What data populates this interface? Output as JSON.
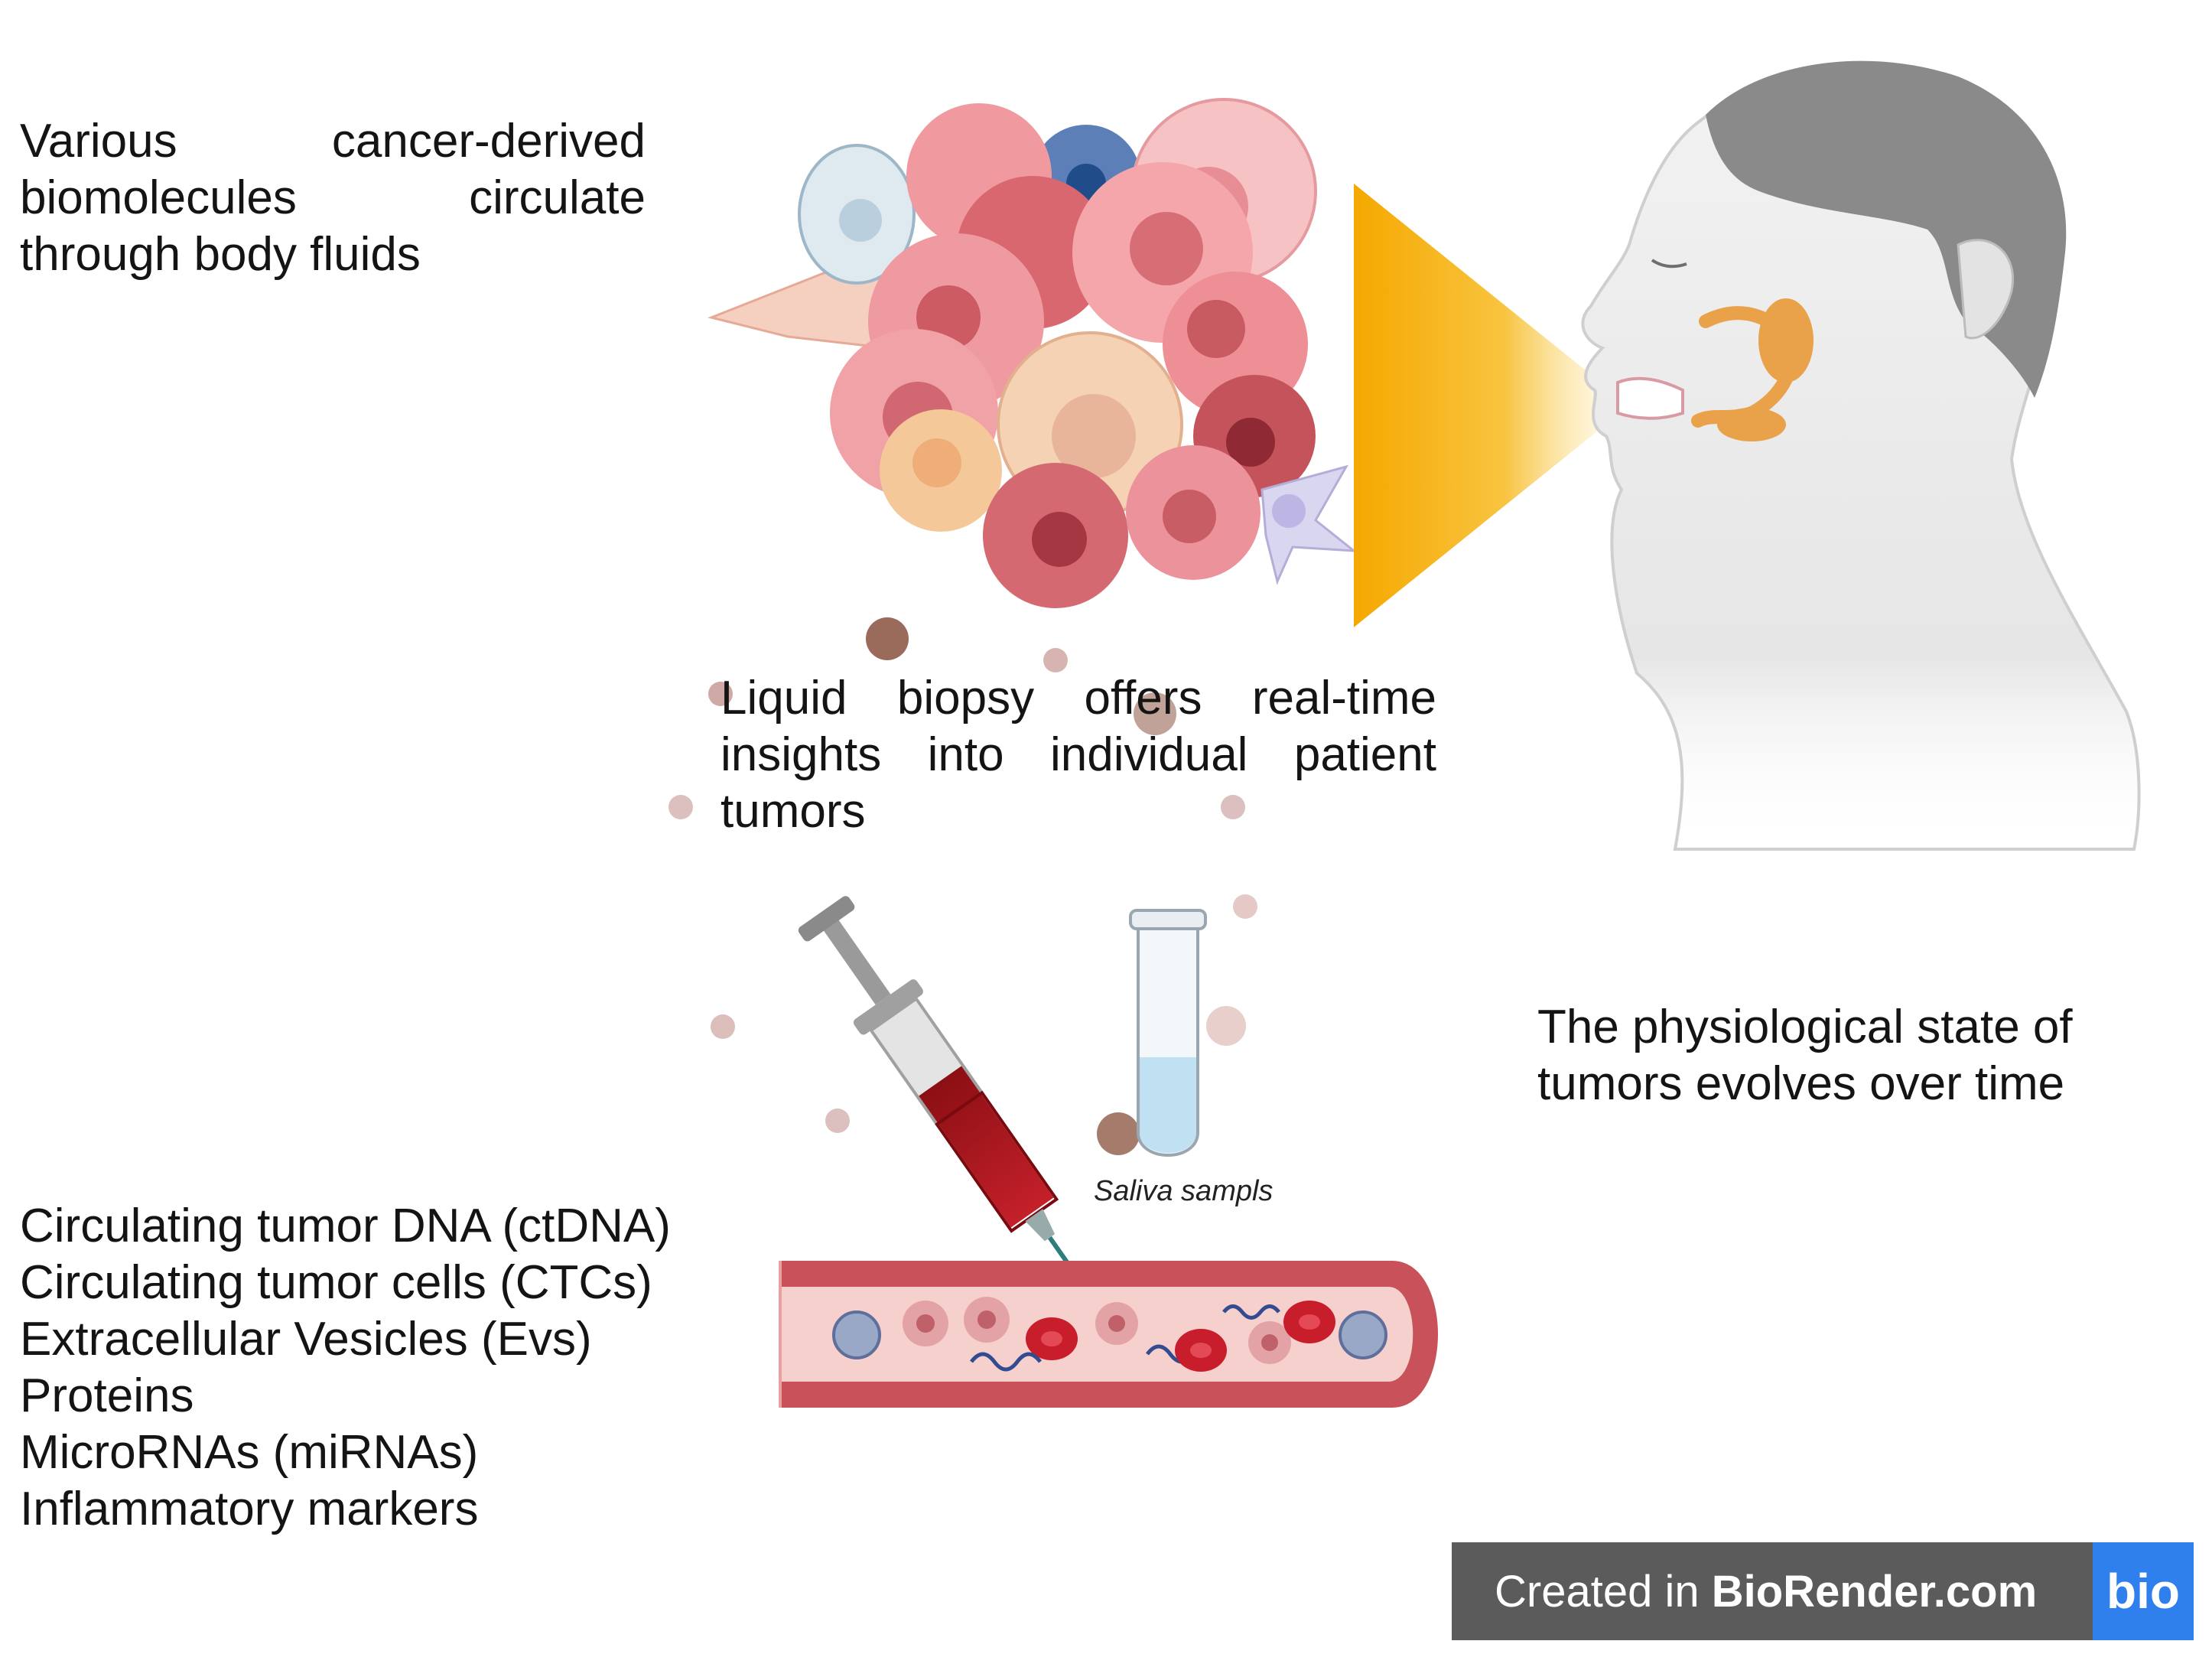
{
  "intro_text": {
    "lines": [
      "Various cancer-derived",
      "biomolecules circulate",
      "through body fluids"
    ]
  },
  "liquid_biopsy_text": {
    "lines": [
      "Liquid biopsy offers real-time",
      "insights into individual patient",
      "tumors"
    ]
  },
  "physiology_text": {
    "lines": [
      "The physiological state of",
      "tumors evolves over time"
    ]
  },
  "biomarkers": {
    "items": [
      "Circulating tumor DNA (ctDNA)",
      "Circulating tumor cells (CTCs)",
      "Extracellular Vesicles (Evs)",
      "Proteins",
      "MicroRNAs (miRNAs)",
      "Inflammatory markers"
    ]
  },
  "saliva_label": "Saliva sampls",
  "watermark": {
    "prefix": "Created in ",
    "brand": "BioRender.com",
    "logo": "bio"
  },
  "colors": {
    "cone_yellow": "#f5a800",
    "tumor_pink": "#e07a80",
    "blood_red": "#b5121b",
    "vessel_outer": "#c9525a",
    "vessel_inner": "#f6d0cc",
    "head_gray": "#8a8a8a",
    "gland_orange": "#e9a24a",
    "watermark_gray": "#5b5b5b",
    "logo_blue": "#2f80ed"
  }
}
